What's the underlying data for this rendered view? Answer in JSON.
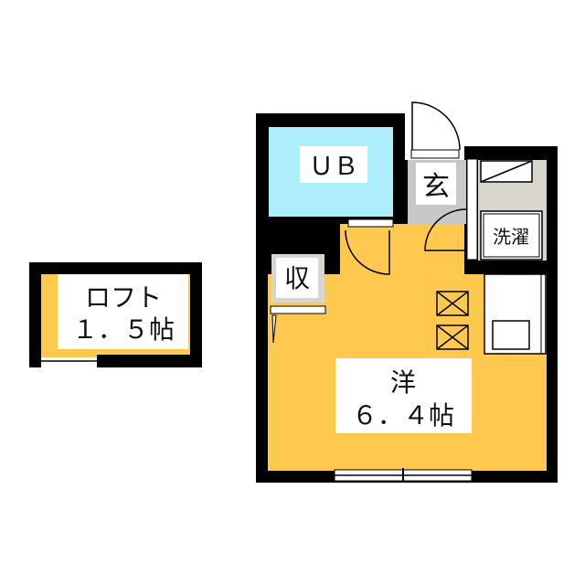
{
  "rooms": {
    "bath": {
      "label": "ＵＢ"
    },
    "entrance": {
      "label": "玄"
    },
    "laundry": {
      "label": "洗濯"
    },
    "storage": {
      "label": "収"
    },
    "western": {
      "label": "洋",
      "size": "６．４帖"
    },
    "loft": {
      "label": "ロフト",
      "size": "１．５帖"
    }
  },
  "colors": {
    "wall": "#000000",
    "room": "#ffc94f",
    "bath": "#aeeefc",
    "floor_gray": "#c8c8c8",
    "laundry_gray": "#d8d6cc",
    "label_bg": "#ffffff"
  }
}
